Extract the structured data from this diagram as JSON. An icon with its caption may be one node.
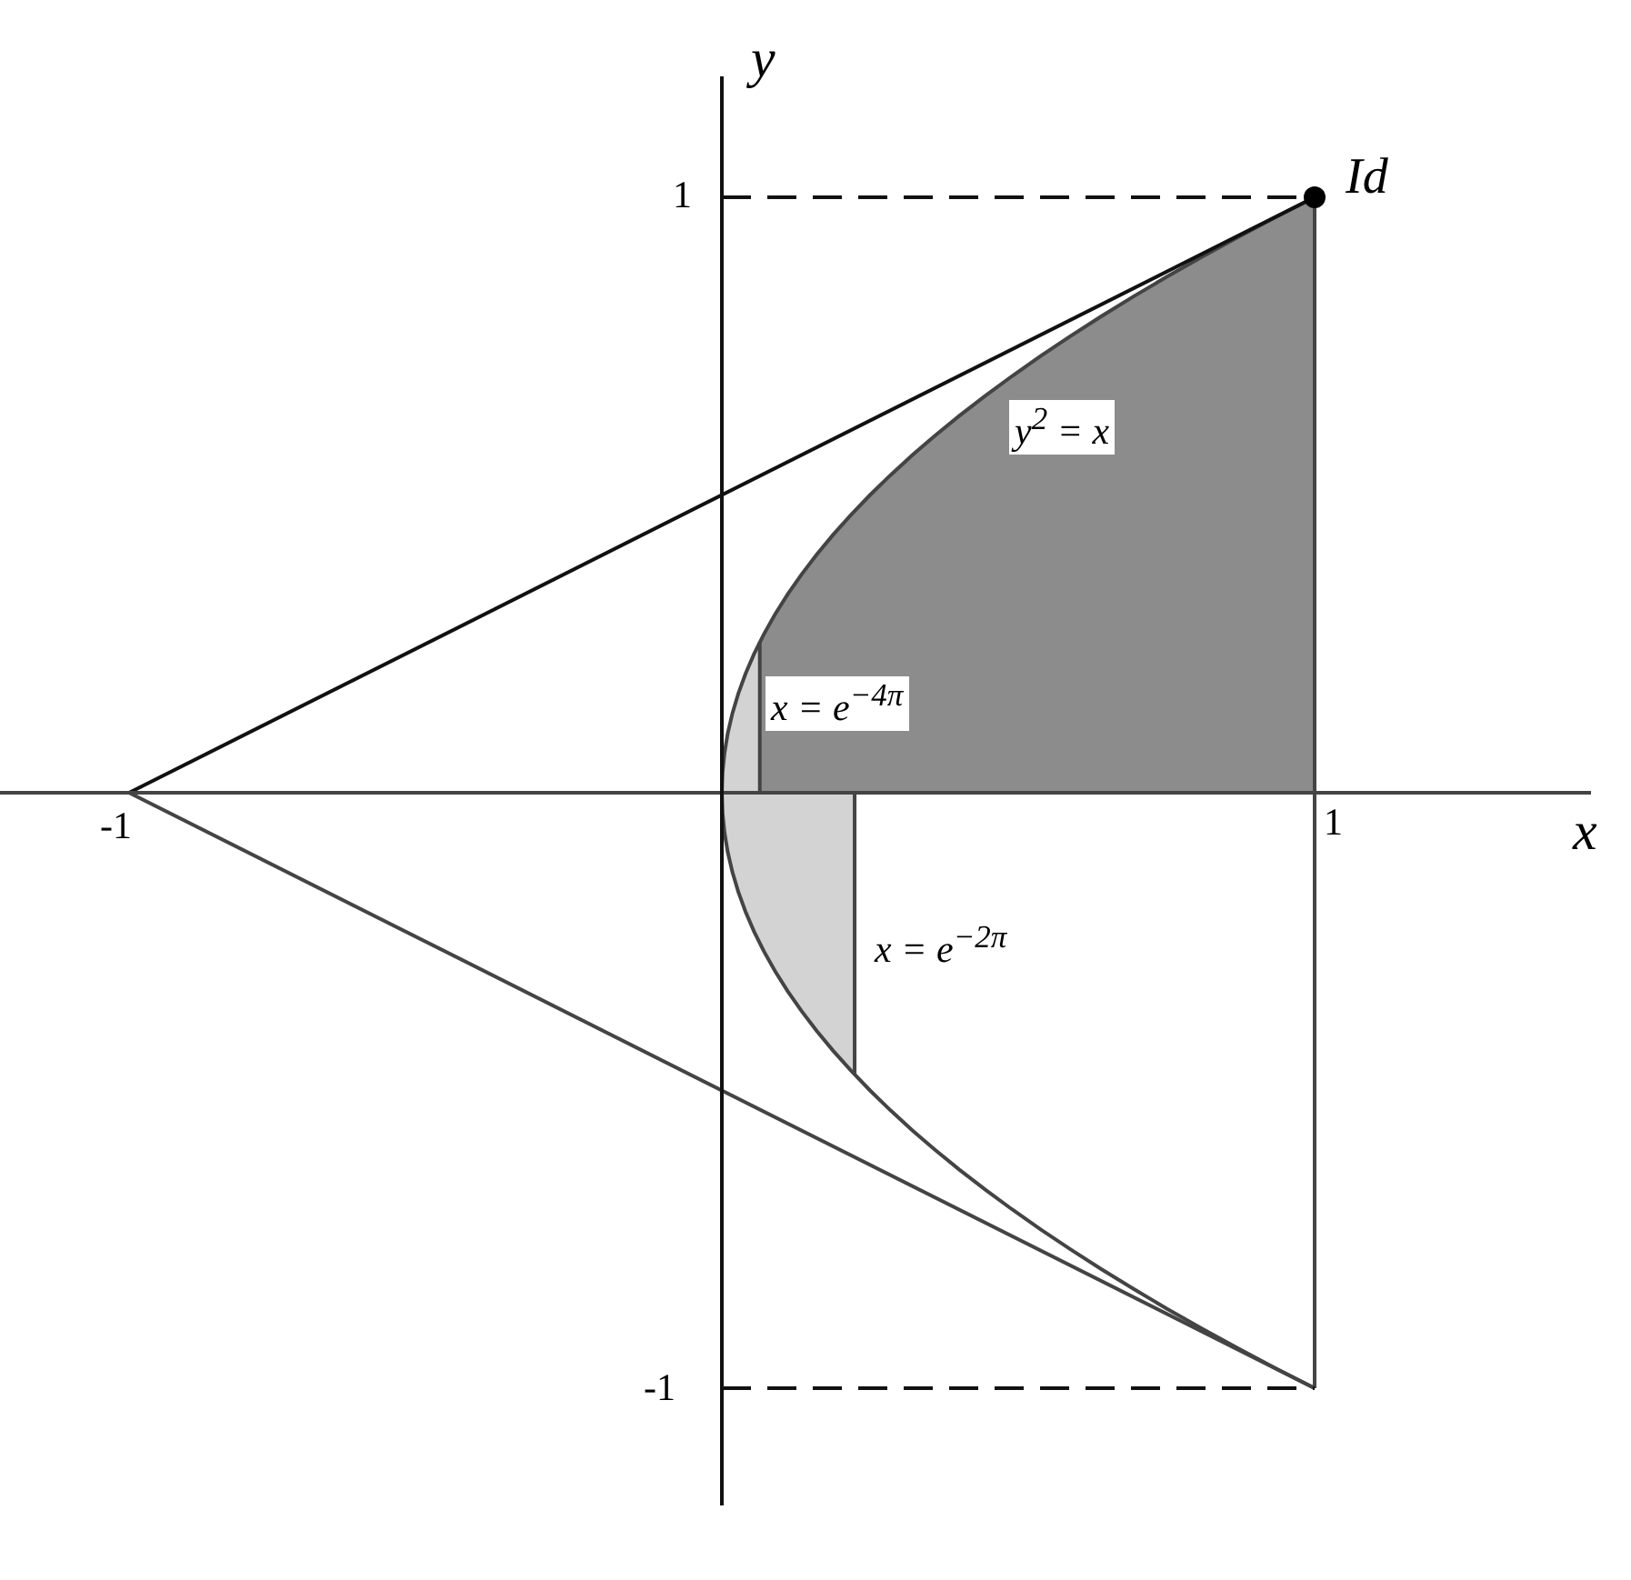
{
  "diagram": {
    "labels": [
      "y",
      "1",
      "Id",
      "y$^{2}$ = x",
      "x = e$^{−4π}$",
      "-1",
      "1",
      "x",
      "x = e$^{−2π}$",
      "-1"
    ]
  }
}
